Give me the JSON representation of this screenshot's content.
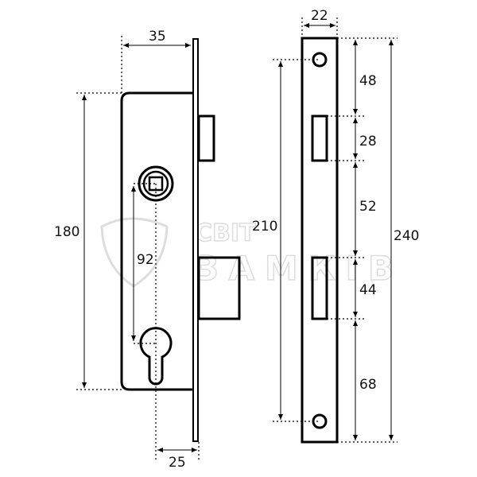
{
  "watermark": {
    "line1": "СВІТ",
    "line2": "ЗАМКІВ"
  },
  "dimensions": {
    "backset": "35",
    "faceplate_width": "22",
    "axis_to_faceplate": "25",
    "body_height": "180",
    "centers_distance": "92",
    "screw_distance": "210",
    "faceplate_length": "240",
    "seg_top": "48",
    "seg_latch": "28",
    "seg_middle": "52",
    "seg_bolt": "44",
    "seg_bottom": "68"
  }
}
